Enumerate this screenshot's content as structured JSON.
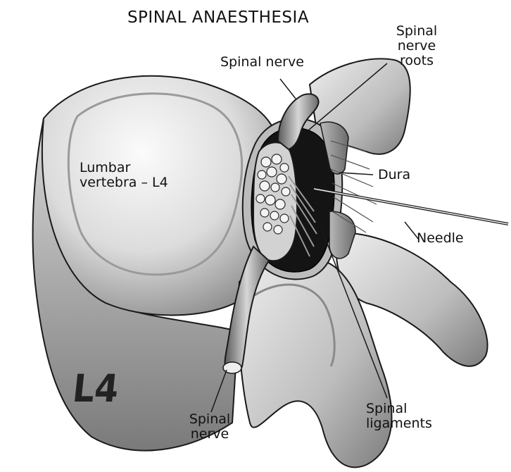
{
  "title": "SPINAL ANAESTHESIA",
  "labels": {
    "spinal_nerve_top": "Spinal nerve",
    "spinal_nerve_roots": [
      "Spinal",
      "nerve",
      "roots"
    ],
    "lumbar_vertebra": [
      "Lumbar",
      "vertebra – L4"
    ],
    "dura": "Dura",
    "needle": "Needle",
    "spinal_nerve_bottom": [
      "Spinal",
      "nerve"
    ],
    "spinal_ligaments": [
      "Spinal",
      "ligaments"
    ],
    "vertebra_mark": "L4"
  },
  "colors": {
    "bone": "#dedede",
    "bone_shadow": "#9a9a9a",
    "canal": "#141414",
    "outline": "#1a1a1a"
  }
}
